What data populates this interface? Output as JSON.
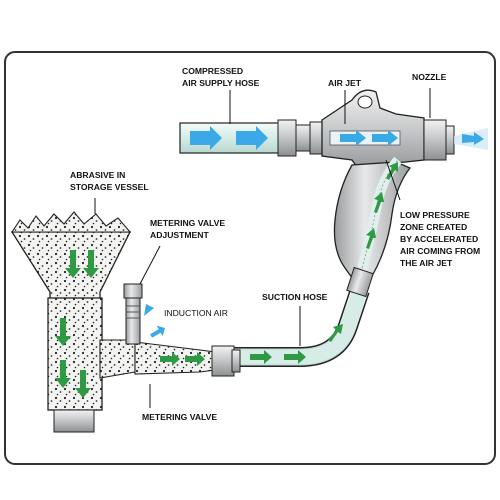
{
  "labels": {
    "compressed_air": [
      "COMPRESSED",
      "AIR SUPPLY HOSE"
    ],
    "air_jet": "AIR JET",
    "nozzle": "NOZZLE",
    "abrasive": [
      "ABRASIVE IN",
      "STORAGE VESSEL"
    ],
    "metering_adjust": [
      "METERING VALVE",
      "ADJUSTMENT"
    ],
    "induction_air": "INDUCTION AIR",
    "suction_hose": "SUCTION HOSE",
    "low_pressure": [
      "LOW PRESSURE",
      "ZONE CREATED",
      "BY ACCELERATED",
      "AIR COMING FROM",
      "THE AIR JET"
    ],
    "metering_valve": "METERING VALVE"
  },
  "colors": {
    "frame": "#333333",
    "metal": "#c9cbcc",
    "hose": "#d9efe9",
    "air_arrow": "#3aa9e6",
    "abrasive_arrow": "#2e9a44",
    "outline": "#222222"
  }
}
